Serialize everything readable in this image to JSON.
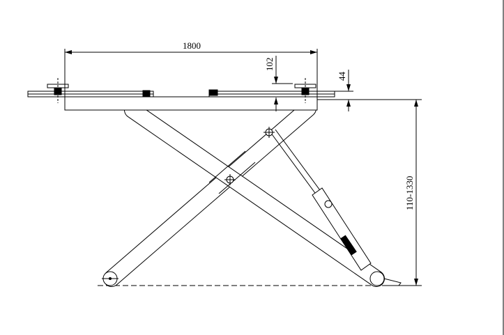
{
  "drawing": {
    "title": "Scissor lift side elevation",
    "dimensions": {
      "platform_length": "1800",
      "pad_height": "102",
      "rail_height": "44",
      "lift_range": "110-1330"
    }
  }
}
